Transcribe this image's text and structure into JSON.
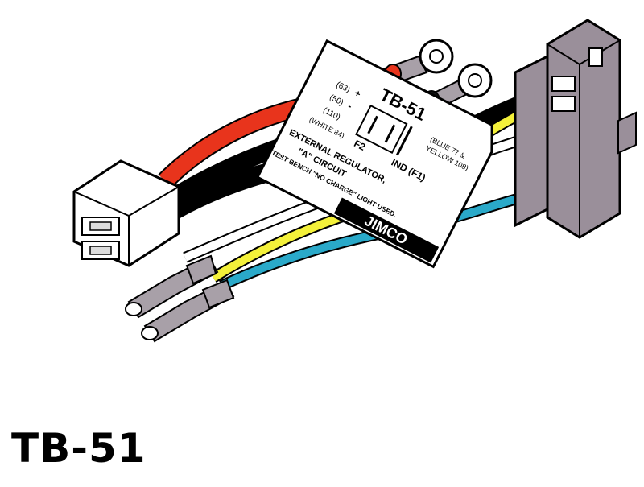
{
  "caption": "TB-51",
  "colors": {
    "red": "#e8341c",
    "black": "#111111",
    "yellow": "#f4f13a",
    "blue": "#2aa9c9",
    "white": "#ffffff",
    "connector_gray": "#9a8f9a",
    "terminal_gray": "#a8a0a8"
  },
  "label": {
    "title": "TB-51",
    "plus": "+",
    "minus": "-",
    "pin_63": "(63)",
    "pin_50": "(50)",
    "pin_110": "(110)",
    "white_84": "(WHITE 84)",
    "f2": "F2",
    "ind": "IND (F1)",
    "blue_yellow_1": "(BLUE 77 &",
    "blue_yellow_2": "YELLOW 108)",
    "line1": "EXTERNAL REGULATOR,",
    "line2": "\"A\" CIRCUIT",
    "line3": "TEST BENCH \"NO CHARGE\" LIGHT USED.",
    "brand": "JIMCO"
  }
}
